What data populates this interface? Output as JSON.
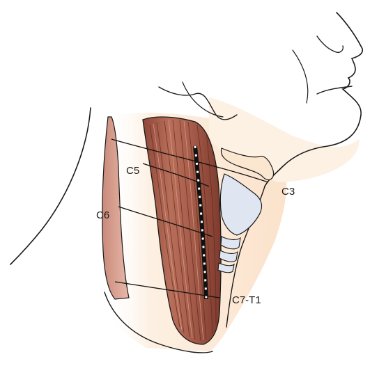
{
  "labels": {
    "c3": "C3",
    "c5": "C5",
    "c6": "C6",
    "c7t1": "C7-T1"
  },
  "colors": {
    "skin": "#fbe3cc",
    "skin_light": "#fdf1e4",
    "muscle": "#b06a55",
    "muscle_dark": "#7a3a2c",
    "muscle_pale": "#d9a08e",
    "cartilage": "#dfe6f1",
    "outline": "#1a1a1a",
    "marker": "#ffffff"
  }
}
